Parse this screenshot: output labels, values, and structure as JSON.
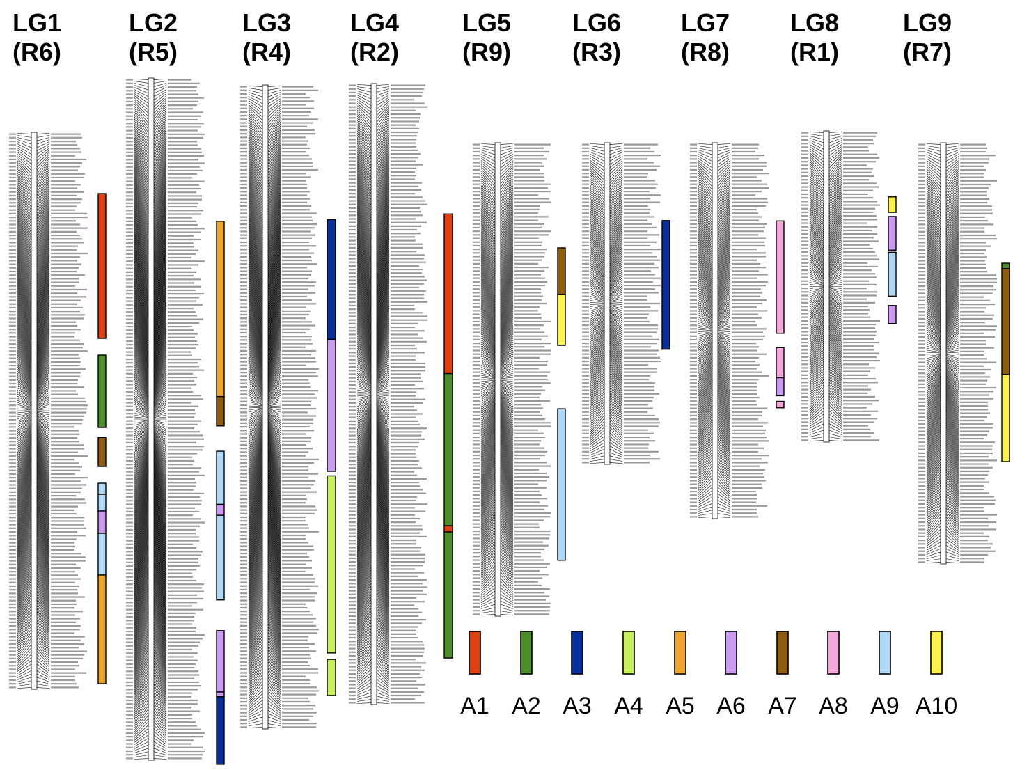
{
  "colors": {
    "A1": "#e0400f",
    "A2": "#4e8f2c",
    "A3": "#0b2f9a",
    "A4": "#c6f05a",
    "A5": "#eea52e",
    "A6": "#c99af0",
    "A7": "#8e5d12",
    "A8": "#f2a8d8",
    "A9": "#aed8f5",
    "A10": "#fbf14e"
  },
  "legend": [
    "A1",
    "A2",
    "A3",
    "A4",
    "A5",
    "A6",
    "A7",
    "A8",
    "A9",
    "A10"
  ],
  "linkage_groups": [
    {
      "name": "LG1",
      "ref": "(R6)",
      "cm_top": 0.0,
      "cm_bottom": 141.7,
      "blocks": [
        {
          "c": "A1",
          "s": 0.11,
          "e": 0.37
        },
        {
          "c": "A2",
          "s": 0.4,
          "e": 0.53
        },
        {
          "c": "A7",
          "s": 0.548,
          "e": 0.6
        },
        {
          "c": "A9",
          "s": 0.63,
          "e": 0.65
        },
        {
          "c": "A9",
          "s": 0.65,
          "e": 0.68
        },
        {
          "c": "A6",
          "s": 0.68,
          "e": 0.72
        },
        {
          "c": "A9",
          "s": 0.72,
          "e": 0.795
        },
        {
          "c": "A5",
          "s": 0.795,
          "e": 0.99
        }
      ]
    },
    {
      "name": "LG2",
      "ref": "(R5)",
      "cm_top": 0.0,
      "cm_bottom": 145.3,
      "blocks": [
        {
          "c": "A5",
          "s": 0.21,
          "e": 0.467
        },
        {
          "c": "A7",
          "s": 0.467,
          "e": 0.51
        },
        {
          "c": "A9",
          "s": 0.547,
          "e": 0.625
        },
        {
          "c": "A6",
          "s": 0.625,
          "e": 0.641
        },
        {
          "c": "A9",
          "s": 0.641,
          "e": 0.765
        },
        {
          "c": "A6",
          "s": 0.81,
          "e": 0.9
        },
        {
          "c": "A6",
          "s": 0.9,
          "e": 0.907
        },
        {
          "c": "A3",
          "s": 0.907,
          "e": 1.006
        }
      ]
    },
    {
      "name": "LG3",
      "ref": "(R4)",
      "cm_top": 0.0,
      "cm_bottom": 138.7,
      "blocks": [
        {
          "c": "A3",
          "s": 0.209,
          "e": 0.395
        },
        {
          "c": "A6",
          "s": 0.395,
          "e": 0.6
        },
        {
          "c": "A4",
          "s": 0.607,
          "e": 0.882
        },
        {
          "c": "A4",
          "s": 0.892,
          "e": 0.948
        }
      ]
    },
    {
      "name": "LG4",
      "ref": "(R2)",
      "cm_top": 0.0,
      "cm_bottom": 131.7,
      "blocks": [
        {
          "c": "A1",
          "s": 0.21,
          "e": 0.467
        },
        {
          "c": "A2",
          "s": 0.467,
          "e": 0.712
        },
        {
          "c": "A1",
          "s": 0.712,
          "e": 0.722
        },
        {
          "c": "A2",
          "s": 0.722,
          "e": 0.925
        }
      ]
    },
    {
      "name": "LG5",
      "ref": "(R9)",
      "cm_top": 0.0,
      "cm_bottom": 123.4,
      "blocks": [
        {
          "c": "A7",
          "s": 0.222,
          "e": 0.321
        },
        {
          "c": "A10",
          "s": 0.321,
          "e": 0.428
        },
        {
          "c": "A9",
          "s": 0.562,
          "e": 0.882
        }
      ]
    },
    {
      "name": "LG6",
      "ref": "(R3)",
      "cm_top": 0.0,
      "cm_bottom": 82.8,
      "blocks": [
        {
          "c": "A3",
          "s": 0.242,
          "e": 0.642
        }
      ]
    },
    {
      "name": "LG7",
      "ref": "(R8)",
      "cm_top": 0.0,
      "cm_bottom": 92.7,
      "blocks": [
        {
          "c": "A8",
          "s": 0.208,
          "e": 0.507
        },
        {
          "c": "A8",
          "s": 0.545,
          "e": 0.625
        },
        {
          "c": "A6",
          "s": 0.625,
          "e": 0.673
        },
        {
          "c": "A8",
          "s": 0.688,
          "e": 0.705
        }
      ]
    },
    {
      "name": "LG8",
      "ref": "(R1)",
      "cm_top": 0.0,
      "cm_bottom": 75.9,
      "blocks": [
        {
          "c": "A10",
          "s": 0.212,
          "e": 0.262
        },
        {
          "c": "A6",
          "s": 0.275,
          "e": 0.383
        },
        {
          "c": "A9",
          "s": 0.39,
          "e": 0.531
        },
        {
          "c": "A6",
          "s": 0.561,
          "e": 0.619
        }
      ]
    },
    {
      "name": "LG9",
      "ref": "(R7)",
      "cm_top": 0.0,
      "cm_bottom": 101.1,
      "blocks": [
        {
          "c": "A2",
          "s": 0.286,
          "e": 0.299
        },
        {
          "c": "A7",
          "s": 0.299,
          "e": 0.55
        },
        {
          "c": "A10",
          "s": 0.55,
          "e": 0.757
        }
      ]
    }
  ]
}
